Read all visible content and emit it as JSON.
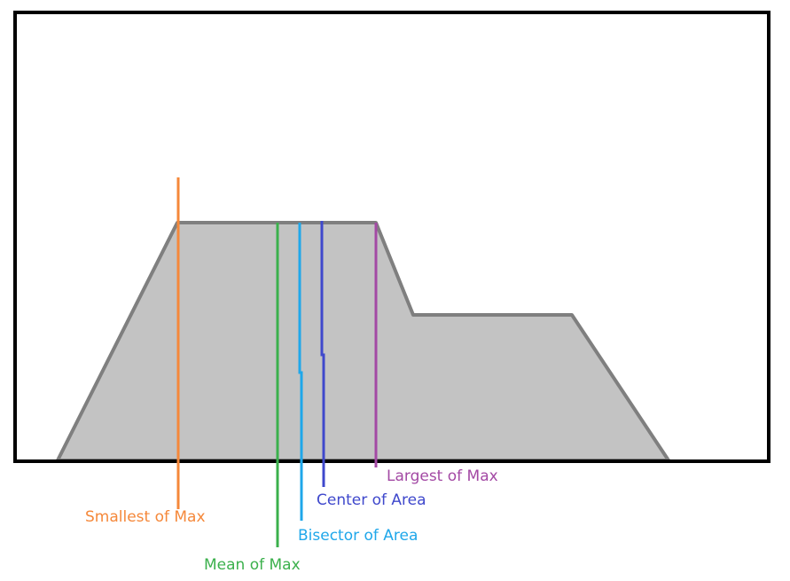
{
  "colors": {
    "frame": "#000000",
    "shape_fill": "#c3c3c3",
    "shape_stroke": "#7f7f7f",
    "smallest_of_max": "#f5883a",
    "mean_of_max": "#3bb04c",
    "bisector_of_area": "#1fa7ea",
    "center_of_area": "#3f48cc",
    "largest_of_max": "#a349a4"
  },
  "labels": {
    "smallest_of_max": "Smallest of Max",
    "mean_of_max": "Mean of Max",
    "bisector_of_area": "Bisector of Area",
    "center_of_area": "Center of Area",
    "largest_of_max": "Largest of Max"
  }
}
